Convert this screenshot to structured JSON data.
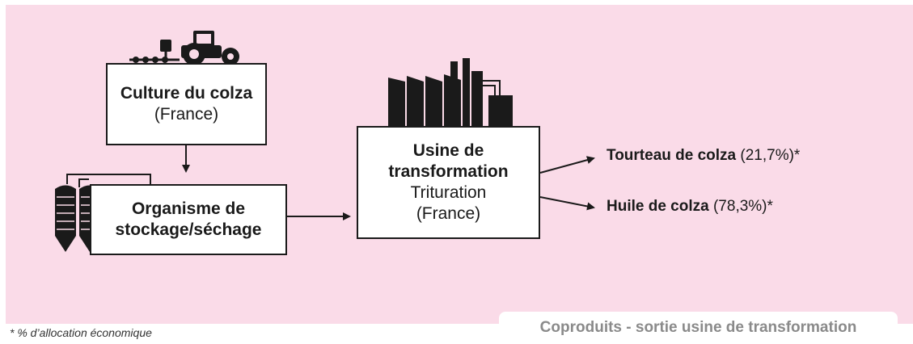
{
  "nodes": {
    "culture": {
      "title": "Culture du colza",
      "subtitle": "(France)"
    },
    "organisme": {
      "line1": "Organisme de",
      "line2": "stockage/séchage"
    },
    "usine": {
      "line1": "Usine de",
      "line2": "transformation",
      "line3": "Trituration",
      "line4": "(France)"
    }
  },
  "outputs": {
    "tourteau": {
      "name": "Tourteau de colza",
      "share": "(21,7%)*"
    },
    "huile": {
      "name": "Huile de colza",
      "share": "(78,3%)*"
    }
  },
  "footnote": "* % d’allocation économique",
  "section_tab": "Coproduits - sortie usine de transformation",
  "colors": {
    "background": "#fadbe8",
    "ink": "#1a1a1a",
    "tab_text": "#8a8a8a"
  },
  "icons": [
    "tractor-seeder-icon",
    "silo-icon",
    "factory-icon"
  ]
}
